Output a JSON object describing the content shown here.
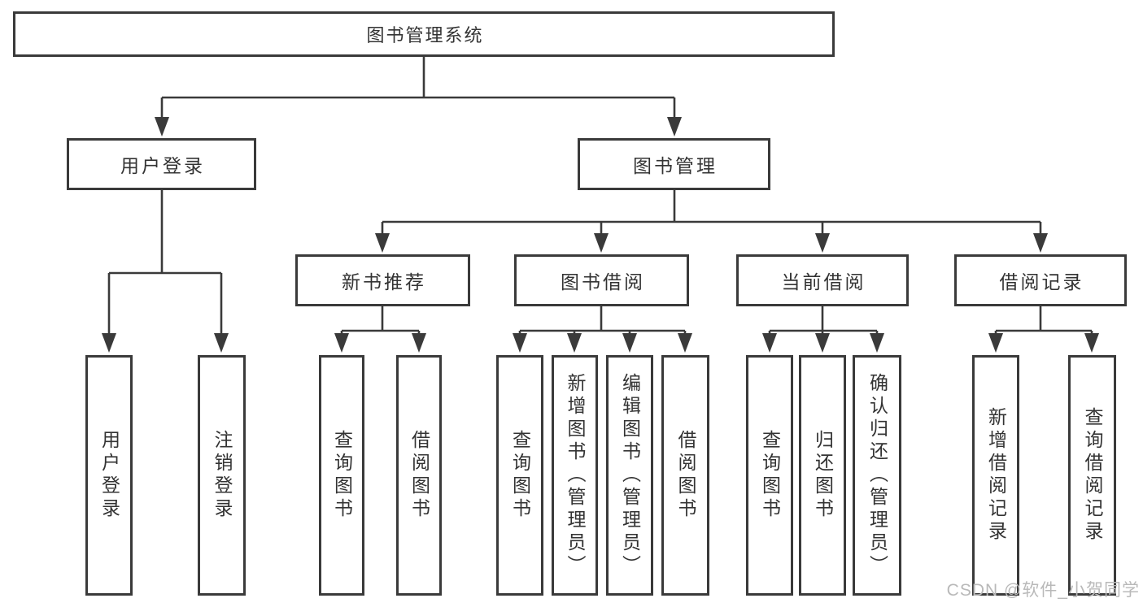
{
  "diagram": {
    "root": {
      "label": "图书管理系统"
    },
    "level2": [
      {
        "label": "用户登录",
        "children": [
          {
            "label": "用户登录"
          },
          {
            "label": "注销登录"
          }
        ]
      },
      {
        "label": "图书管理",
        "children": [
          {
            "label": "新书推荐",
            "children": [
              {
                "label": "查询图书"
              },
              {
                "label": "借阅图书"
              }
            ]
          },
          {
            "label": "图书借阅",
            "children": [
              {
                "label": "查询图书"
              },
              {
                "label": "新增图书（管理员）"
              },
              {
                "label": "编辑图书（管理员）"
              },
              {
                "label": "借阅图书"
              }
            ]
          },
          {
            "label": "当前借阅",
            "children": [
              {
                "label": "查询图书"
              },
              {
                "label": "归还图书"
              },
              {
                "label": "确认归还（管理员）"
              }
            ]
          },
          {
            "label": "借阅记录",
            "children": [
              {
                "label": "新增借阅记录"
              },
              {
                "label": "查询借阅记录"
              }
            ]
          }
        ]
      }
    ]
  },
  "watermark": {
    "text": "CSDN @软件_小贺同学"
  },
  "colors": {
    "line": "#3a3a3a",
    "text": "#333333",
    "watermark": "#b9b9b9",
    "background": "#ffffff"
  }
}
